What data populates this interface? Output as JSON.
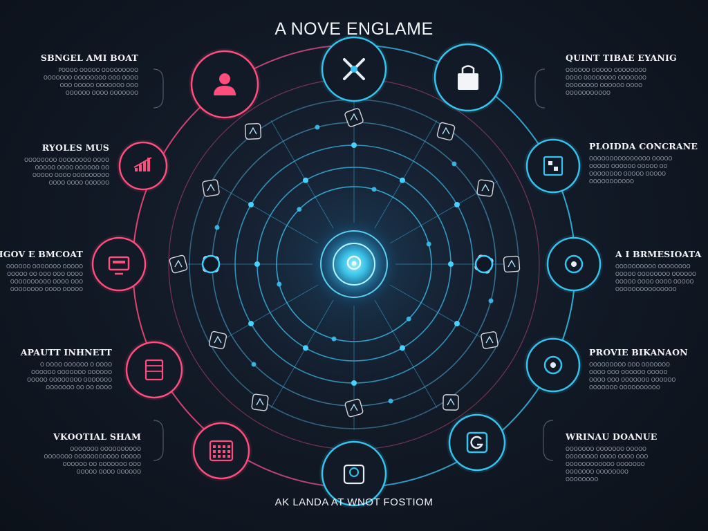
{
  "title": "A NOVE ENGLAME",
  "footer": "AK LANDA AT WNOT FOSTIOM",
  "colors": {
    "pink": "#ff4d7e",
    "blue": "#35c4ee",
    "center": "#3fd8ff",
    "background": "#121a27"
  },
  "left_labels": [
    {
      "heading": "SBNGEL AMI BOAT",
      "lines": [
        "POOOO OOOOO OOOOOOOOO",
        "OOOOOOO OOOOOOOO OOO OOOO",
        "OOO OOOOO OOOOOOO OOO",
        "OOOOOO OOOO OOOOOOO"
      ]
    },
    {
      "heading": "RYOLES MUS",
      "lines": [
        "OOOOOOOO OOOOOOOO OOOO",
        "OOOOO OOOO OOOOOO OO",
        "OOOOO OOOO OOOOOOOOO",
        "OOOO OOOO OOOOOO"
      ]
    },
    {
      "heading": "CHGOV E BMCOAT",
      "lines": [
        "OOOOOO OOOOOOO OOOOO",
        "OOOOO OO OOO OOO OOOO",
        "OOOOOOOOOO OOOO OOO",
        "OOOOOOOO OOOO OOOOO"
      ]
    },
    {
      "heading": "APAUTT INHNETT",
      "lines": [
        "O OOOO OOOOOO O OOOO",
        "OOOOOO OOOOOOO OOOOOO",
        "OOOOO OOOOOOOO OOOOOOO",
        "OOOOOOO OO OO OOOO"
      ]
    },
    {
      "heading": "VKOOTIAL SHAM",
      "lines": [
        "OOOOOOO OOOOOOOOOO",
        "OOOOOOO OOOOOOOOOOO OOOOO",
        "OOOOOO OO OOOOOOO OOO",
        "OOOOO OOOO OOOOOO"
      ]
    }
  ],
  "right_labels": [
    {
      "heading": "QUINT TIBAE EYANIG",
      "lines": [
        "OOOOOO OOOOO OOOOOOOO",
        "OOOO OOOOOOOO OOOOOOO",
        "OOOOOOOO OOOOOO OOOO",
        "OOOOOOOOOOO"
      ]
    },
    {
      "heading": "PLOIDDA CONCRANE",
      "lines": [
        "OOOOOOOOOOOOOOO OOOOO",
        "OOOOO OOOOOO OOOOO OO",
        "OOOOOOOO OOOOO OOOOO",
        "OOOOOOOOOOO"
      ]
    },
    {
      "heading": "A I BRMESIOATA",
      "lines": [
        "OOOOOOOOOO OOOOOOOO",
        "OOOOO OOOOOOOO OOOOOO",
        "OOOOO OOOO OOOO OOOOO",
        "OOOOOOOOOOOOOOO"
      ]
    },
    {
      "heading": "PROVIE BIKANAON",
      "lines": [
        "OOOOOOOOO OOO OOOOOOO",
        "OOOO OOO OOOOOO OOOOO",
        "OOOO OOO OOOOOOO OOOOOO",
        "OOOOOOO OOOOOOOOOO"
      ]
    },
    {
      "heading": "WRINAU DOANUE",
      "lines": [
        "OOOOOOO OOOOOOO OOOOO",
        "OOOOOOOO OOOO OOOO OOO",
        "OOOOOOOOOOOO OOOOOOO",
        "OOOOOOO OOOOOOOO",
        "OOOOOOOO"
      ]
    }
  ],
  "nodes": [
    {
      "icon": "user-icon",
      "color": "#ff4d7e"
    },
    {
      "icon": "tools-icon",
      "color": "#35c4ee"
    },
    {
      "icon": "shopping-bag-icon",
      "color": "#35c4ee"
    },
    {
      "icon": "bar-chart-icon",
      "color": "#ff4d7e"
    },
    {
      "icon": "dashboard-icon",
      "color": "#35c4ee"
    },
    {
      "icon": "monitor-icon",
      "color": "#ff4d7e"
    },
    {
      "icon": "gear-puzzle-icon",
      "color": "#35c4ee"
    },
    {
      "icon": "cabinet-icon",
      "color": "#ff4d7e"
    },
    {
      "icon": "settings-flower-icon",
      "color": "#35c4ee"
    },
    {
      "icon": "calendar-grid-icon",
      "color": "#ff4d7e"
    },
    {
      "icon": "logo-g-icon",
      "color": "#35c4ee"
    },
    {
      "icon": "robot-icon",
      "color": "#35c4ee"
    }
  ]
}
